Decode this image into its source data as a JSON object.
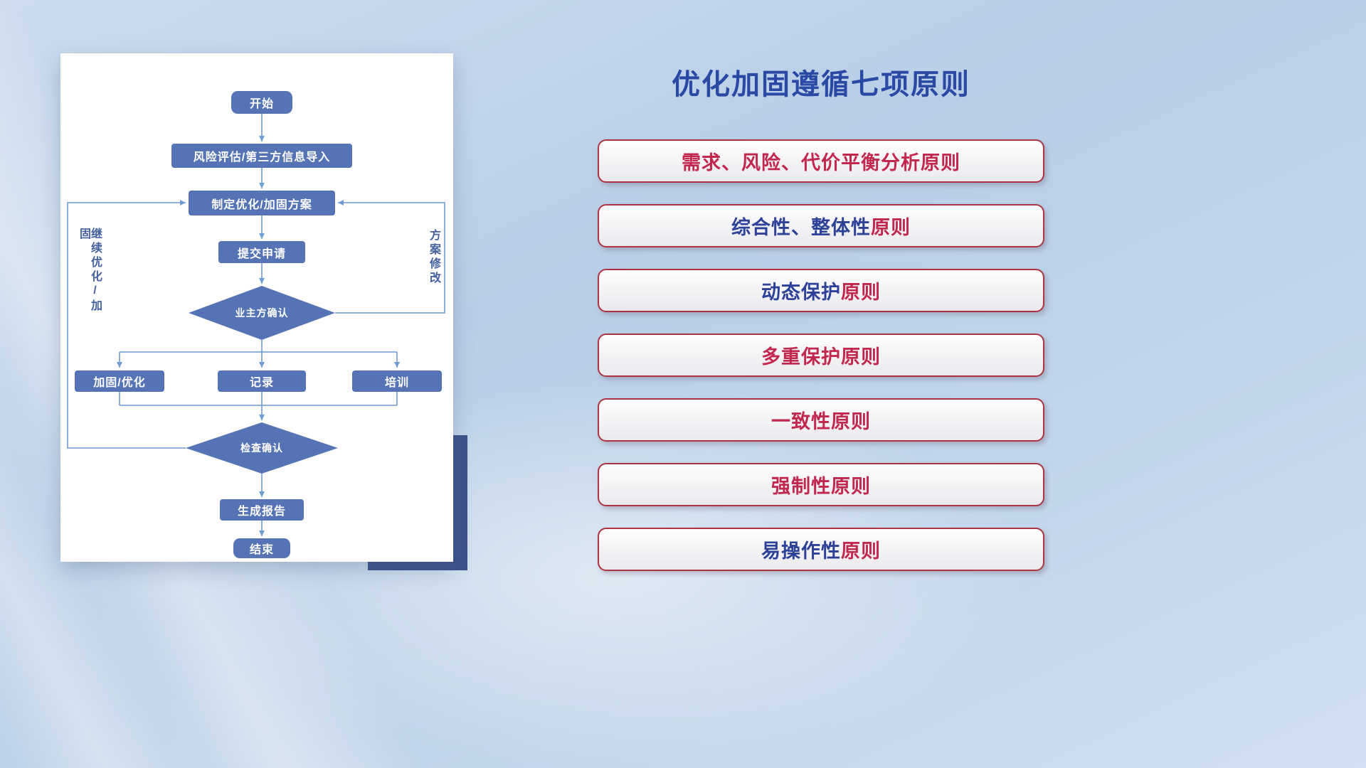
{
  "flowchart": {
    "nodes": {
      "start": "开始",
      "risk_import": "风险评估/第三方信息导入",
      "make_plan": "制定优化/加固方案",
      "submit": "提交申请",
      "owner_confirm": "业主方确认",
      "reinforce": "加固/优化",
      "record": "记录",
      "training": "培训",
      "check_confirm": "检查确认",
      "report": "生成报告",
      "end": "结束"
    },
    "loop_labels": {
      "left": "继续优化/加固",
      "right": "方案修改"
    }
  },
  "panel": {
    "title": "优化加固遵循七项原则",
    "principles": [
      {
        "part1": "需求、风险、代价平衡分析原则",
        "part1_color": "red",
        "part2": "",
        "part2_color": "red"
      },
      {
        "part1": "综合性、整体性",
        "part1_color": "blue",
        "part2": "原则",
        "part2_color": "red"
      },
      {
        "part1": "动态保护",
        "part1_color": "blue",
        "part2": "原则",
        "part2_color": "red"
      },
      {
        "part1": "多重保护原则",
        "part1_color": "red",
        "part2": "",
        "part2_color": "red"
      },
      {
        "part1": "一致性原则",
        "part1_color": "red",
        "part2": "",
        "part2_color": "red"
      },
      {
        "part1": "强制性原则",
        "part1_color": "red",
        "part2": "",
        "part2_color": "red"
      },
      {
        "part1": "易操作性",
        "part1_color": "blue",
        "part2": "原则",
        "part2_color": "red"
      }
    ]
  },
  "colors": {
    "node_blue": "#5573b5",
    "node_text": "#ffffff",
    "connector_blue": "#6d9bd3",
    "accent_rect": "#3d5189",
    "title_blue": "#2a49a5",
    "principle_border": "#ab3343",
    "text_red": "#c2274e",
    "text_blue": "#2c4197"
  }
}
